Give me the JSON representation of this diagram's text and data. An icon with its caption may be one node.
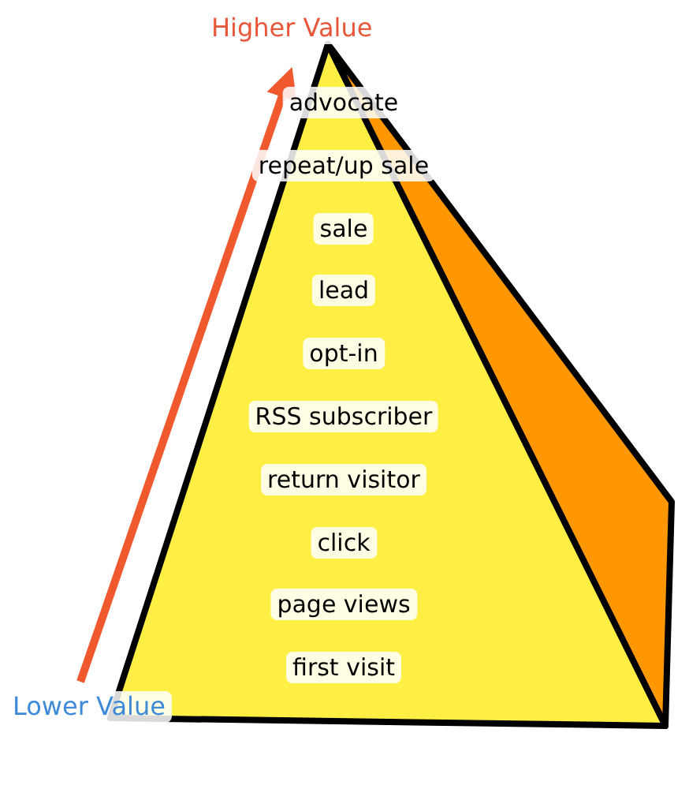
{
  "diagram": {
    "nodes": [
      {
        "text": [
          "advocate",
          "repeat/up sale",
          "sale",
          "lead",
          "opt-in",
          "RSS subscriber",
          "return visitor",
          "click",
          "page views",
          "first visit"
        ]
      }
    ],
    "edges": [],
    "labels": [
      "Higher Value",
      "Lower Value"
    ]
  }
}
